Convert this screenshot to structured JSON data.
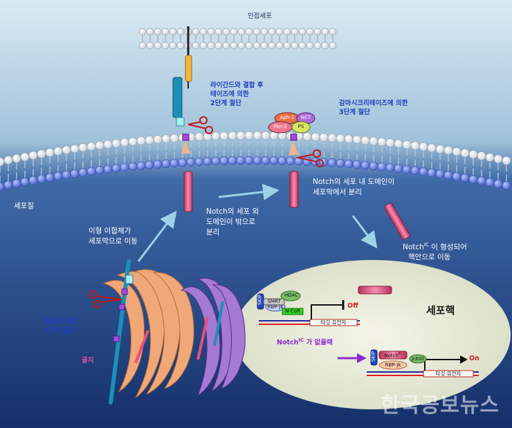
{
  "labels": {
    "neighbor_cell": "인접세포",
    "ligand_cleavage_line1": "라이간드와 결합 후",
    "ligand_cleavage_line2": "테이즈에 의한",
    "ligand_cleavage_line3": "2단계 절단",
    "gamma_line1": "감마시크리테이즈에 의한",
    "gamma_line2": "3단계 절단",
    "cytoplasm": "세포질",
    "extracellular_line1": "Notch의 세포 외",
    "extracellular_line2": "도메인이 밖으로",
    "extracellular_line3": "분리",
    "intracellular_line1": "Notch의 세포 내 도메인이",
    "intracellular_line2": "세포막에서 분리",
    "heterodimer_line1": "이형 이합체가",
    "heterodimer_line2": "세포막으로 이동",
    "nicd_move_prefix": "Notch",
    "nicd_move_sup": "IC",
    "nicd_move_suffix": " 이 형성되어",
    "nicd_move_line2": "핵안으로 이동",
    "furin_line1": "퓨린에 의한",
    "furin_line2": "1단계 절단",
    "golgi": "골지",
    "nucleus": "세포핵",
    "absent_prefix": "Notch",
    "absent_sup": "IC",
    "absent_suffix": " 가 없을때",
    "off": "Off",
    "on": "On",
    "target_gene_off": "타깃 유전자",
    "target_gene_on": "타깃 유전자"
  },
  "complex": {
    "aph1": "Aph-1",
    "nct": "NCT",
    "pen2": "Pen-2",
    "ps": "PS"
  },
  "off_state": {
    "skip": "SKIP",
    "smrt": "SMRT",
    "hdac": "HDAC",
    "ncor": "N-CoR",
    "rbpjk": "RBP-Jk"
  },
  "on_state": {
    "skip": "SKIP",
    "nicd_prefix": "Notch",
    "nicd_sup": "IC",
    "p300": "p300",
    "rbpjk": "RBP-Jk"
  },
  "watermark": "한국공보뉴스",
  "colors": {
    "extracellular_bg": "#cfe3ee",
    "cytoplasm_bg": "#22458a",
    "nucleus_bg": "#e8ecd8",
    "notch_pink": "#e8507a",
    "golgi_orange": "#f0a878",
    "golgi_purple": "#a47ad2",
    "arrow": "#9cd4e6",
    "label_blue": "#1f3fbf",
    "label_red": "#d42020"
  }
}
